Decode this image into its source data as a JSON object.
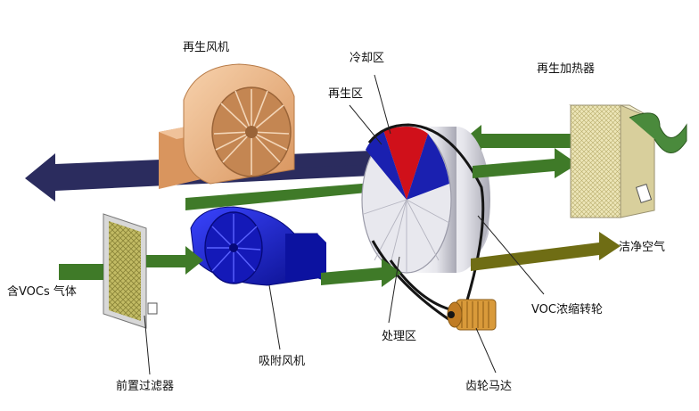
{
  "labels": {
    "regen_fan": "再生风机",
    "cooling_zone": "冷却区",
    "regen_zone": "再生区",
    "regen_heater": "再生加热器",
    "clean_air": "洁净空气",
    "voc_gas": "含VOCs 气体",
    "voc_wheel": "VOC浓缩转轮",
    "process_zone": "处理区",
    "adsorption_fan": "吸附风机",
    "pre_filter": "前置过滤器",
    "gear_motor": "齿轮马达"
  },
  "colors": {
    "exhaust_arrow": "#2b2c5e",
    "green_arrow": "#3f7a28",
    "olive_arrow": "#6f6d14",
    "regen_fan_body": "#f0b88a",
    "adsorption_fan_body": "#1a22c8",
    "wheel_face": "#e2e2e8",
    "regen_sector": "#1a20b0",
    "cooling_sector": "#d0101a",
    "heater": "#ede6b8",
    "filter_frame": "#d8d8d8",
    "filter_mesh": "#b8b05a",
    "motor": "#d99a3a",
    "belt": "#151515"
  }
}
